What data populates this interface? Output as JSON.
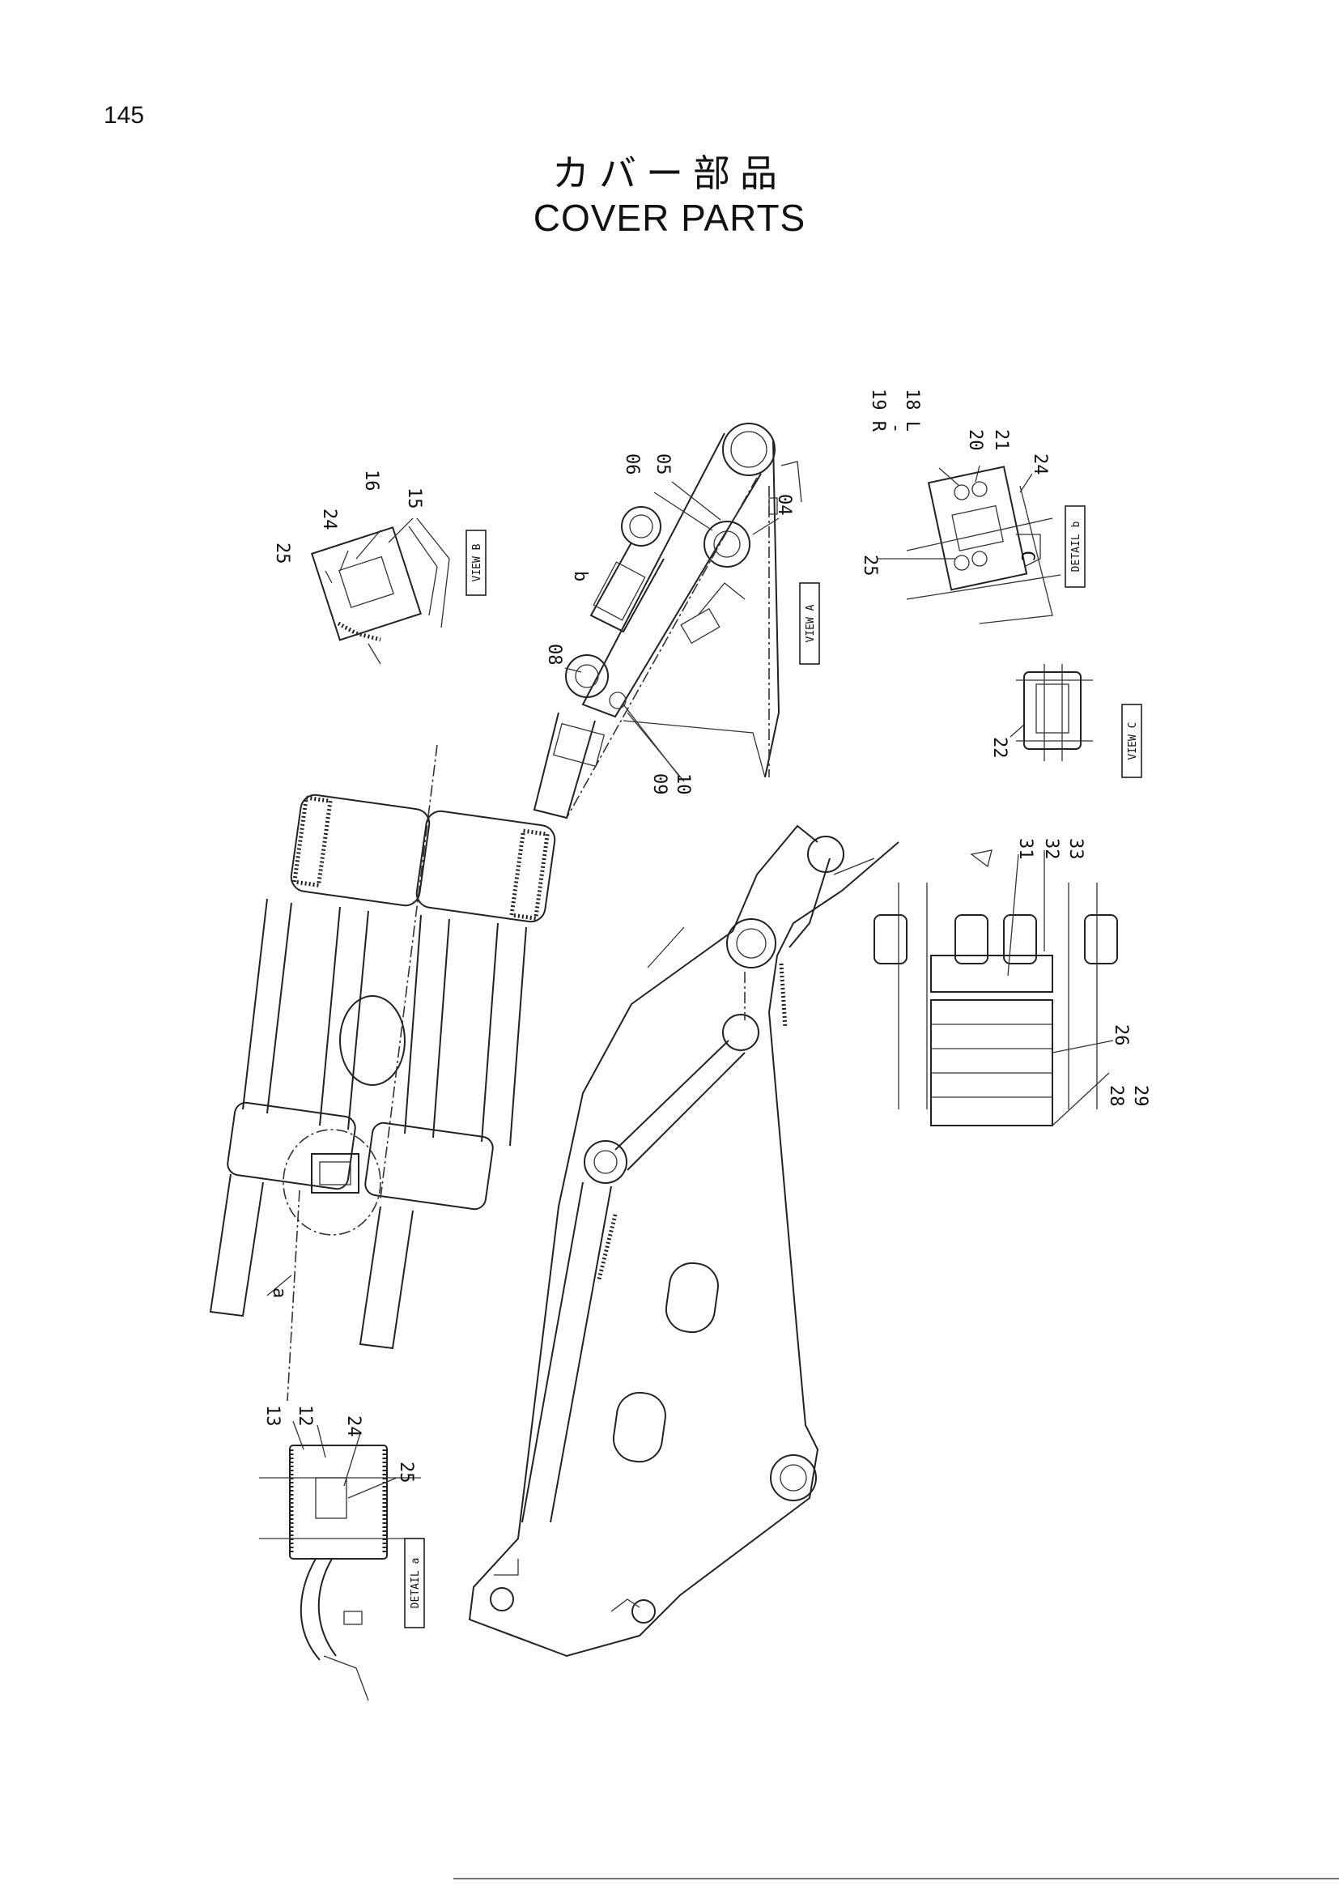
{
  "page": {
    "number": "145",
    "title_jp": "カバー部品",
    "title_en": "COVER  PARTS"
  },
  "views": {
    "view_a": "VIEW  A",
    "view_b": "VIEW  B",
    "view_c": "VIEW  C",
    "detail_a": "DETAIL  a",
    "detail_b": "DETAIL  b"
  },
  "callouts": {
    "c01": "04",
    "c02": "05",
    "c03": "06",
    "c04": "08",
    "c05": "09",
    "c06": "10",
    "c07": "15",
    "c08": "16",
    "c09": "24",
    "c10": "25",
    "c11": "19 R",
    "c12": "-",
    "c13": "18 L",
    "c14": "20",
    "c15": "21",
    "c16": "24",
    "c17": "25",
    "c18": "22",
    "c19": "31",
    "c20": "32",
    "c21": "33",
    "c22": "26",
    "c23": "28",
    "c24": "29",
    "c25": "13",
    "c26": "12",
    "c27": "24",
    "c28": "25",
    "c29": "b",
    "c30": "a",
    "c31": "C"
  }
}
